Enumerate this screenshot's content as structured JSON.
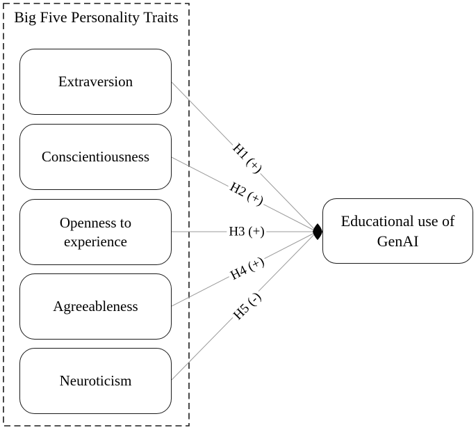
{
  "figure": {
    "group_title": "Big Five Personality Traits",
    "traits": [
      {
        "label": "Extraversion"
      },
      {
        "label": "Conscientiousness"
      },
      {
        "label": "Openness to experience"
      },
      {
        "label": "Agreeableness"
      },
      {
        "label": "Neuroticism"
      }
    ],
    "outcome_label": "Educational use of GenAI",
    "hypotheses": [
      {
        "label": "H1 (+)",
        "sign": "+",
        "from": "Extraversion",
        "to": "Educational use of GenAI"
      },
      {
        "label": "H2 (+)",
        "sign": "+",
        "from": "Conscientiousness",
        "to": "Educational use of GenAI"
      },
      {
        "label": "H3 (+)",
        "sign": "+",
        "from": "Openness to experience",
        "to": "Educational use of GenAI"
      },
      {
        "label": "H4 (+)",
        "sign": "+",
        "from": "Agreeableness",
        "to": "Educational use of GenAI"
      },
      {
        "label": "H5 (-)",
        "sign": "-",
        "from": "Neuroticism",
        "to": "Educational use of GenAI"
      }
    ],
    "colors": {
      "box_border": "#1a1a1a",
      "edge_line": "#9a9a9a",
      "text": "#000000",
      "node_fill": "#ffffff",
      "connector_diamond": "#050505"
    }
  }
}
